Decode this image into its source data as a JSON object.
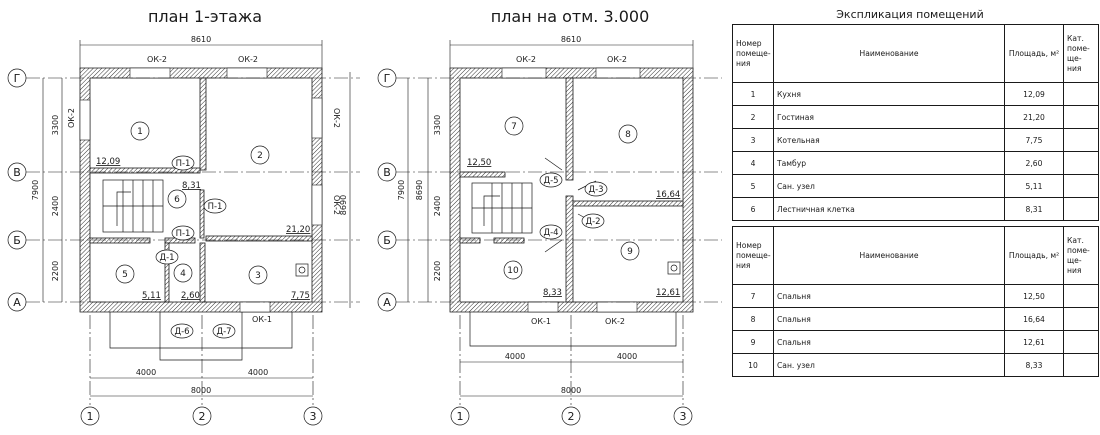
{
  "plans": {
    "plan1_title": "план 1-этажа",
    "plan2_title": "план на отм. 3.000",
    "overall_width": "8610",
    "axis_span": "8000",
    "half_span": "4000",
    "left_total": "7900",
    "right_total": "8690",
    "dim_3300": "3300",
    "dim_2400": "2400",
    "dim_2200": "2200",
    "window_ok2": "ОК-2",
    "window_ok1": "ОК-1",
    "axis_rows": [
      "Г",
      "В",
      "Б",
      "А"
    ],
    "axis_cols": [
      "1",
      "2",
      "3"
    ],
    "plan1": {
      "rooms": [
        {
          "num": "1",
          "area": "12,09"
        },
        {
          "num": "2",
          "area": "21,20"
        },
        {
          "num": "3",
          "area": "7,75"
        },
        {
          "num": "4",
          "area": "2,60"
        },
        {
          "num": "5",
          "area": "5,11"
        },
        {
          "num": "6",
          "area": "8,31"
        }
      ],
      "openings": [
        "П-1",
        "П-1",
        "П-1",
        "Д-1",
        "Д-6",
        "Д-7"
      ]
    },
    "plan2": {
      "rooms": [
        {
          "num": "7",
          "area": "12,50"
        },
        {
          "num": "8",
          "area": "16,64"
        },
        {
          "num": "9",
          "area": "12,61"
        },
        {
          "num": "10",
          "area": "8,33"
        }
      ],
      "doors": [
        "Д-5",
        "Д-3",
        "Д-2",
        "Д-4"
      ]
    }
  },
  "explication": {
    "title": "Экспликация помещений",
    "headers": {
      "num": [
        "Номер",
        "помеще-",
        "ния"
      ],
      "name": "Наименование",
      "area": "Площадь, м²",
      "cat": [
        "Кат.",
        "поме-",
        "ще-",
        "ния"
      ]
    },
    "floor1": [
      {
        "num": "1",
        "name": "Кухня",
        "area": "12,09"
      },
      {
        "num": "2",
        "name": "Гостиная",
        "area": "21,20"
      },
      {
        "num": "3",
        "name": "Котельная",
        "area": "7,75"
      },
      {
        "num": "4",
        "name": "Тамбур",
        "area": "2,60"
      },
      {
        "num": "5",
        "name": "Сан. узел",
        "area": "5,11"
      },
      {
        "num": "6",
        "name": "Лестничная клетка",
        "area": "8,31"
      }
    ],
    "floor2": [
      {
        "num": "7",
        "name": "Спальня",
        "area": "12,50"
      },
      {
        "num": "8",
        "name": "Спальня",
        "area": "16,64"
      },
      {
        "num": "9",
        "name": "Спальня",
        "area": "12,61"
      },
      {
        "num": "10",
        "name": "Сан. узел",
        "area": "8,33"
      }
    ]
  }
}
